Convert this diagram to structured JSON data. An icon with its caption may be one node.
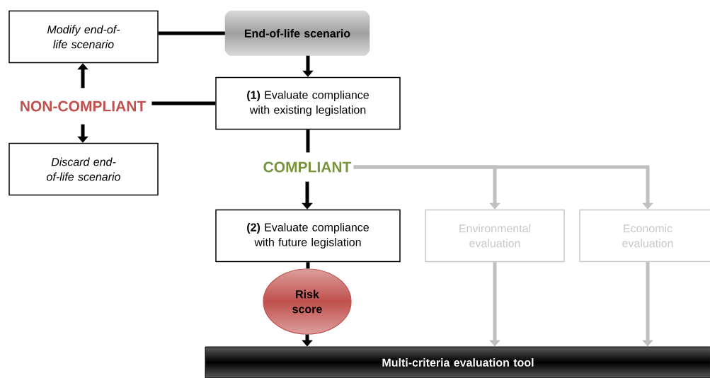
{
  "diagram": {
    "nodes": [
      {
        "text": [
          "End-of-life scenario"
        ]
      },
      {
        "text": [
          "Modify end-of-life scenario"
        ]
      },
      {
        "text": [
          "**(1)** Evaluate compliance with existing legislation"
        ]
      },
      {
        "text": [
          "NON-COMPLIANT"
        ]
      },
      {
        "text": [
          "Discard end-of-life scenario"
        ]
      },
      {
        "text": [
          "COMPLIANT"
        ]
      },
      {
        "text": [
          "**(2)** Evaluate compliance with future legislation"
        ]
      },
      {
        "text": [
          "Environmental evaluation"
        ]
      },
      {
        "text": [
          "Economic evaluation"
        ]
      },
      {
        "text": [
          "Risk score"
        ]
      },
      {
        "text": [
          "Multi-criteria evaluation tool"
        ]
      }
    ],
    "edges": [
      {
        "from": 0,
        "to": 1,
        "arrow": "none"
      },
      {
        "from": 0,
        "to": 2,
        "arrow": "to"
      },
      {
        "from": 2,
        "to": 3,
        "arrow": "none"
      },
      {
        "from": 3,
        "to": 1,
        "arrow": "to"
      },
      {
        "from": 3,
        "to": 4,
        "arrow": "to"
      },
      {
        "from": 2,
        "to": 5,
        "arrow": "none"
      },
      {
        "from": 5,
        "to": 6,
        "arrow": "to"
      },
      {
        "from": 5,
        "to": 7,
        "arrow": "to",
        "color": "#c0c0c0"
      },
      {
        "from": 5,
        "to": 8,
        "arrow": "to",
        "color": "#c0c0c0"
      },
      {
        "from": 6,
        "to": 9,
        "arrow": "none"
      },
      {
        "from": 9,
        "to": 10,
        "arrow": "to"
      },
      {
        "from": 7,
        "to": 10,
        "arrow": "to",
        "color": "#c0c0c0"
      },
      {
        "from": 8,
        "to": 10,
        "arrow": "to",
        "color": "#c0c0c0"
      }
    ]
  }
}
